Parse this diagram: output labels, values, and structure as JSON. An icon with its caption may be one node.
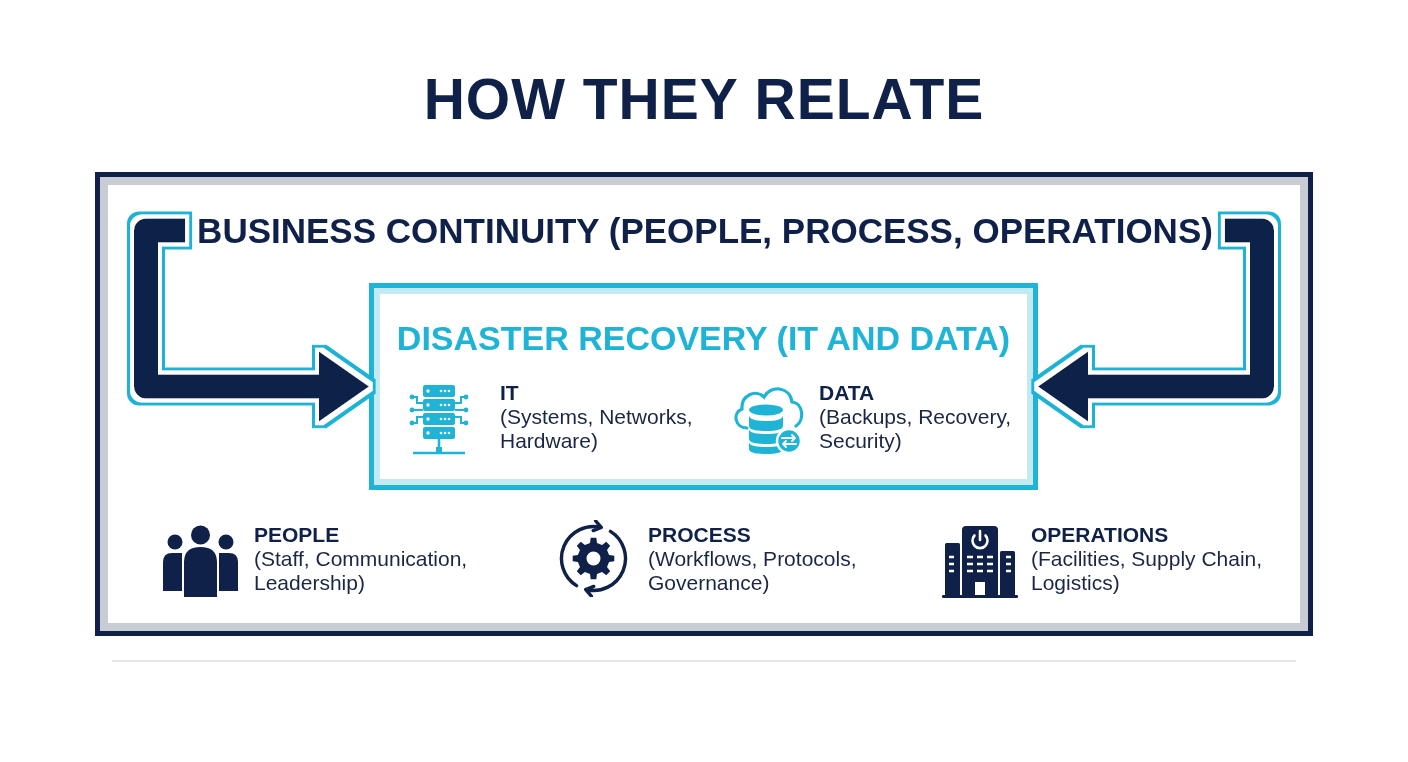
{
  "diagram": {
    "title": "HOW THEY RELATE",
    "nodes": [
      {
        "text": [],
        "shape": "box"
      },
      {
        "text": [
          "BUSINESS CONTINUITY (PEOPLE, PROCESS, OPERATIONS)"
        ],
        "in": 0
      },
      {
        "text": [
          "DISASTER RECOVERY (IT AND DATA)"
        ],
        "in": 0
      },
      {
        "text": [
          "IT",
          "(Systems, Networks, Hardware)"
        ],
        "in": 2
      },
      {
        "text": [
          "DATA",
          "(Backups, Recovery, Security)"
        ],
        "in": 2
      },
      {
        "text": [
          "PEOPLE",
          "(Staff, Communication, Leadership)"
        ],
        "in": 0
      },
      {
        "text": [
          "PROCESS",
          "(Workflows, Protocols, Governance)"
        ],
        "in": 0
      },
      {
        "text": [
          "OPERATIONS",
          "(Facilities, Supply Chain, Logistics)"
        ],
        "in": 0
      }
    ],
    "edges": [
      {
        "from": 1,
        "to": 2,
        "arrow": "to"
      },
      {
        "from": 1,
        "to": 2,
        "arrow": "to"
      }
    ]
  }
}
